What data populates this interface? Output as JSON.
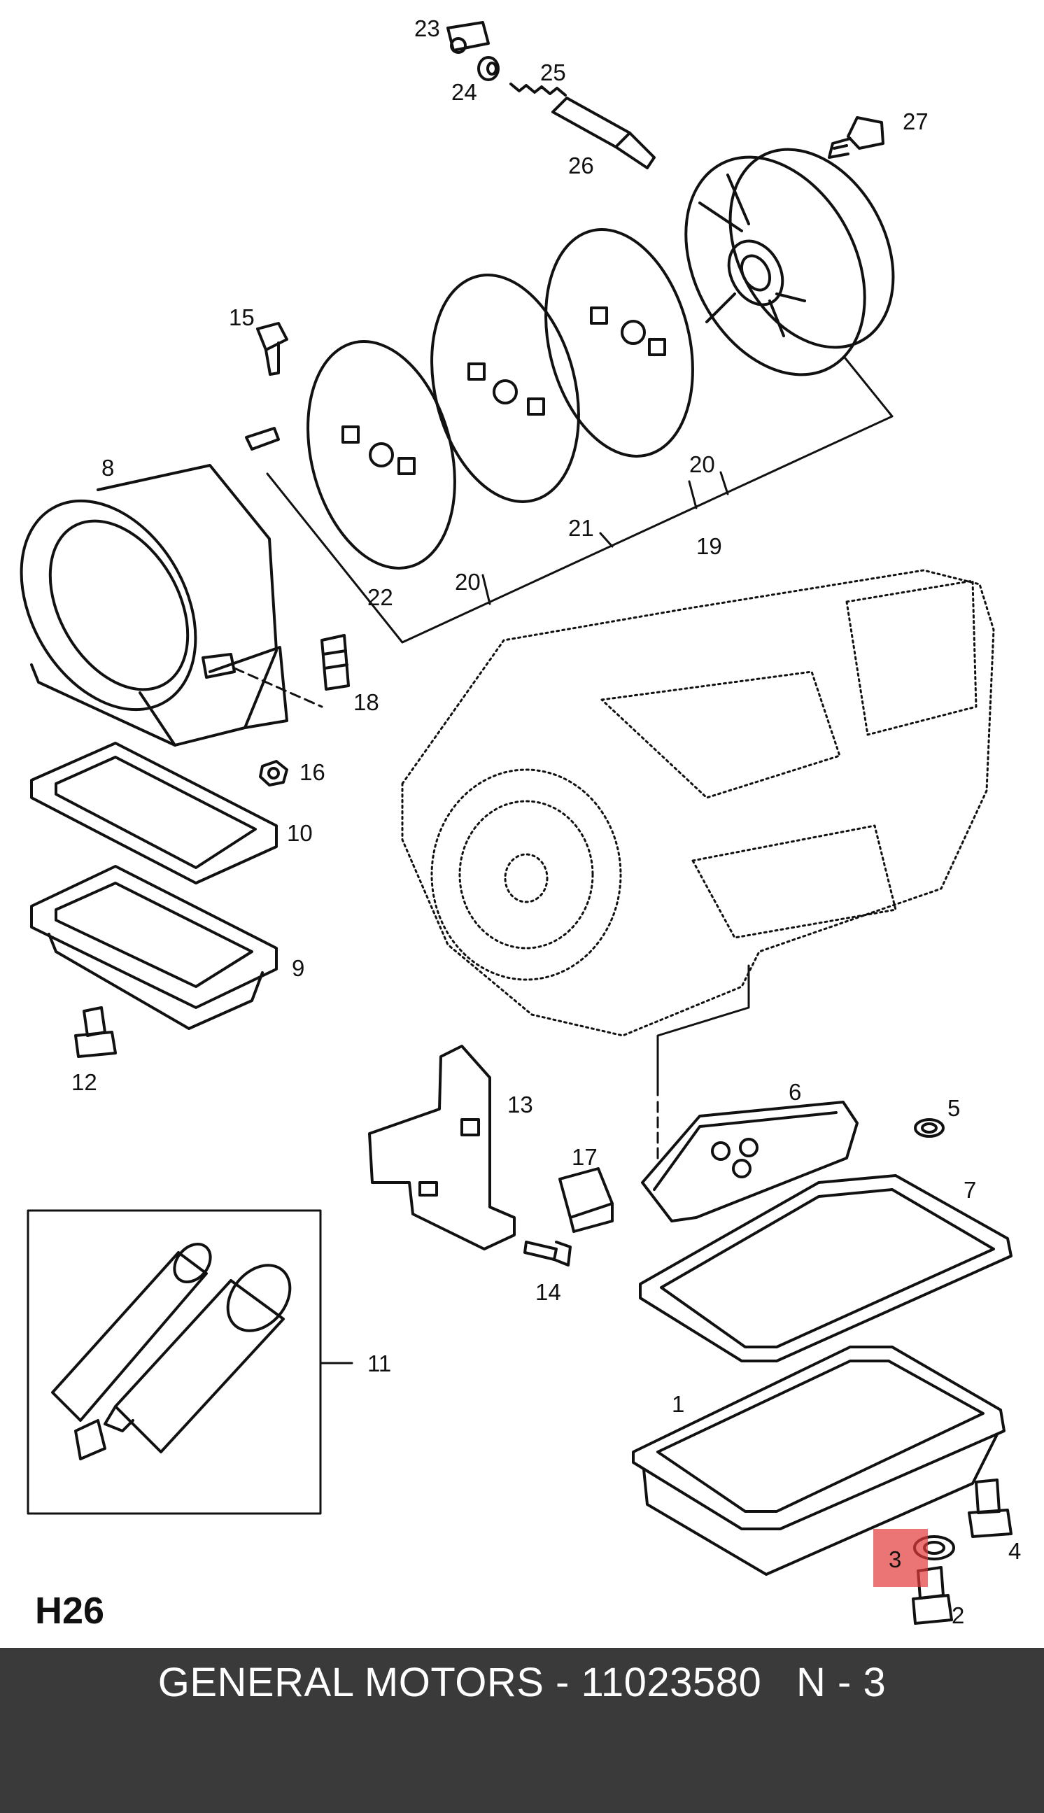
{
  "section_code": "H26",
  "footer": {
    "brand": "GENERAL MOTORS",
    "separator": " - ",
    "part_number": "11023580",
    "position_text": "N - 3"
  },
  "highlight": {
    "callout": "3",
    "color": "#e33b3b"
  },
  "callouts": {
    "c1": "1",
    "c2": "2",
    "c3": "3",
    "c4": "4",
    "c5": "5",
    "c6": "6",
    "c7": "7",
    "c8": "8",
    "c9": "9",
    "c10": "10",
    "c11": "11",
    "c12": "12",
    "c13": "13",
    "c14": "14",
    "c15": "15",
    "c16": "16",
    "c17": "17",
    "c18": "18",
    "c19": "19",
    "c20a": "20",
    "c20b": "20",
    "c21": "21",
    "c22": "22",
    "c23": "23",
    "c24": "24",
    "c25": "25",
    "c26": "26",
    "c27": "27"
  }
}
